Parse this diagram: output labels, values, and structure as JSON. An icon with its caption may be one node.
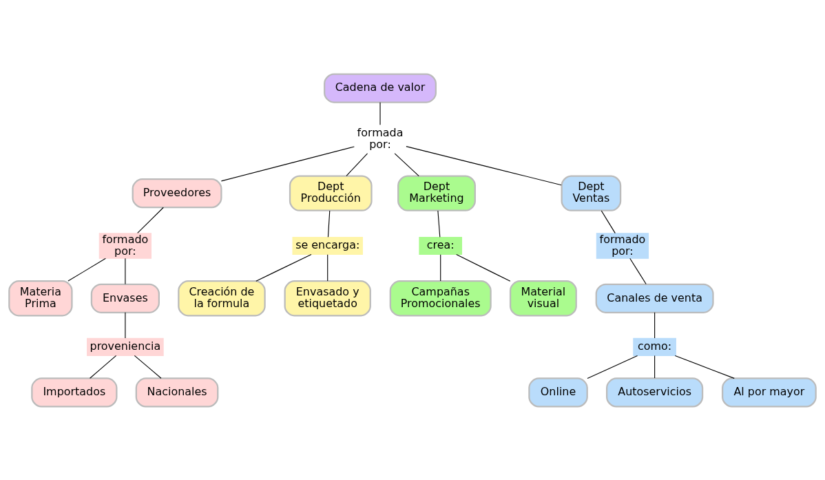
{
  "diagram": {
    "nodes": [
      {
        "text": [
          "Cadena de valor"
        ]
      },
      {
        "text": [
          "formada por:"
        ]
      },
      {
        "text": [
          "Proveedores"
        ]
      },
      {
        "text": [
          "Dept Producción"
        ]
      },
      {
        "text": [
          "Dept Marketing"
        ]
      },
      {
        "text": [
          "Dept Ventas"
        ]
      },
      {
        "text": [
          "formado por:"
        ]
      },
      {
        "text": [
          "Materia Prima"
        ]
      },
      {
        "text": [
          "Envases"
        ]
      },
      {
        "text": [
          "proveniencia"
        ]
      },
      {
        "text": [
          "Importados"
        ]
      },
      {
        "text": [
          "Nacionales"
        ]
      },
      {
        "text": [
          "se encarga:"
        ]
      },
      {
        "text": [
          "Creación de la formula"
        ]
      },
      {
        "text": [
          "Envasado y etiquetado"
        ]
      },
      {
        "text": [
          "crea:"
        ]
      },
      {
        "text": [
          "Campañas Promocionales"
        ]
      },
      {
        "text": [
          "Material visual"
        ]
      },
      {
        "text": [
          "formado por:"
        ]
      },
      {
        "text": [
          "Canales de venta"
        ]
      },
      {
        "text": [
          "como:"
        ]
      },
      {
        "text": [
          "Online"
        ]
      },
      {
        "text": [
          "Autoservicios"
        ]
      },
      {
        "text": [
          "Al por mayor"
        ]
      }
    ],
    "edges": [
      {
        "from": 0,
        "to": 1,
        "arrow": "none"
      },
      {
        "from": 1,
        "to": 2,
        "arrow": "none"
      },
      {
        "from": 1,
        "to": 3,
        "arrow": "none"
      },
      {
        "from": 1,
        "to": 4,
        "arrow": "none"
      },
      {
        "from": 1,
        "to": 5,
        "arrow": "none"
      },
      {
        "from": 2,
        "to": 6,
        "arrow": "none"
      },
      {
        "from": 6,
        "to": 7,
        "arrow": "none"
      },
      {
        "from": 6,
        "to": 8,
        "arrow": "none"
      },
      {
        "from": 8,
        "to": 9,
        "arrow": "none"
      },
      {
        "from": 9,
        "to": 10,
        "arrow": "none"
      },
      {
        "from": 9,
        "to": 11,
        "arrow": "none"
      },
      {
        "from": 3,
        "to": 12,
        "arrow": "none"
      },
      {
        "from": 12,
        "to": 13,
        "arrow": "none"
      },
      {
        "from": 12,
        "to": 14,
        "arrow": "none"
      },
      {
        "from": 4,
        "to": 15,
        "arrow": "none"
      },
      {
        "from": 15,
        "to": 16,
        "arrow": "none"
      },
      {
        "from": 15,
        "to": 17,
        "arrow": "none"
      },
      {
        "from": 5,
        "to": 18,
        "arrow": "none"
      },
      {
        "from": 18,
        "to": 19,
        "arrow": "none"
      },
      {
        "from": 19,
        "to": 20,
        "arrow": "none"
      },
      {
        "from": 20,
        "to": 21,
        "arrow": "none"
      },
      {
        "from": 20,
        "to": 22,
        "arrow": "none"
      },
      {
        "from": 20,
        "to": 23,
        "arrow": "none"
      }
    ]
  }
}
